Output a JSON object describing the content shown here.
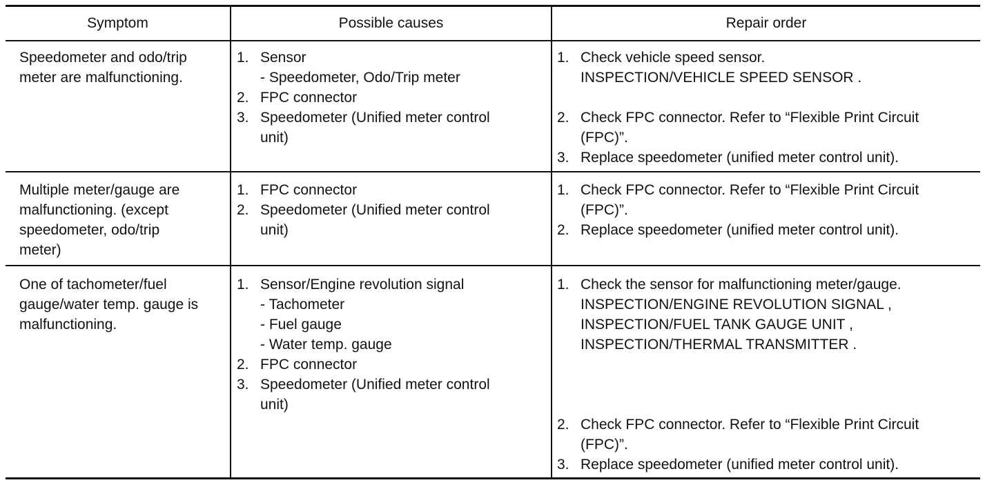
{
  "table": {
    "headers": [
      "Symptom",
      "Possible causes",
      "Repair order"
    ],
    "rows": [
      {
        "symptom": [
          "Speedometer and odo/trip",
          "meter are malfunctioning."
        ],
        "causes": [
          "1. Sensor",
          "- Speedometer, Odo/Trip meter",
          "2. FPC connector",
          "3. Speedometer (Unified meter control",
          "unit)"
        ],
        "repair": [
          "1. Check vehicle speed sensor.",
          "INSPECTION/VEHICLE SPEED SENSOR .",
          "",
          "2. Check FPC connector. Refer to “Flexible Print Circuit",
          "(FPC)”.",
          "3. Replace speedometer (unified meter control unit)."
        ]
      },
      {
        "symptom": [
          "Multiple meter/gauge are",
          "malfunctioning. (except",
          "speedometer, odo/trip",
          "meter)"
        ],
        "causes": [
          "1. FPC connector",
          "2. Speedometer (Unified meter control",
          "unit)"
        ],
        "repair": [
          "1. Check FPC connector. Refer to “Flexible Print Circuit",
          "(FPC)”.",
          "2. Replace speedometer (unified meter control unit)."
        ]
      },
      {
        "symptom": [
          "One of tachometer/fuel",
          "gauge/water temp. gauge is",
          "malfunctioning."
        ],
        "causes": [
          "1. Sensor/Engine revolution signal",
          "- Tachometer",
          "- Fuel gauge",
          "- Water temp. gauge",
          "2. FPC connector",
          "3. Speedometer (Unified meter control",
          "unit)"
        ],
        "repair": [
          "1. Check the sensor for malfunctioning meter/gauge.",
          "INSPECTION/ENGINE REVOLUTION SIGNAL ,",
          "INSPECTION/FUEL TANK GAUGE UNIT ,",
          "INSPECTION/THERMAL TRANSMITTER .",
          "",
          "",
          "",
          "2. Check FPC connector. Refer to “Flexible Print Circuit",
          "(FPC)”.",
          "3. Replace speedometer (unified meter control unit)."
        ]
      }
    ]
  }
}
